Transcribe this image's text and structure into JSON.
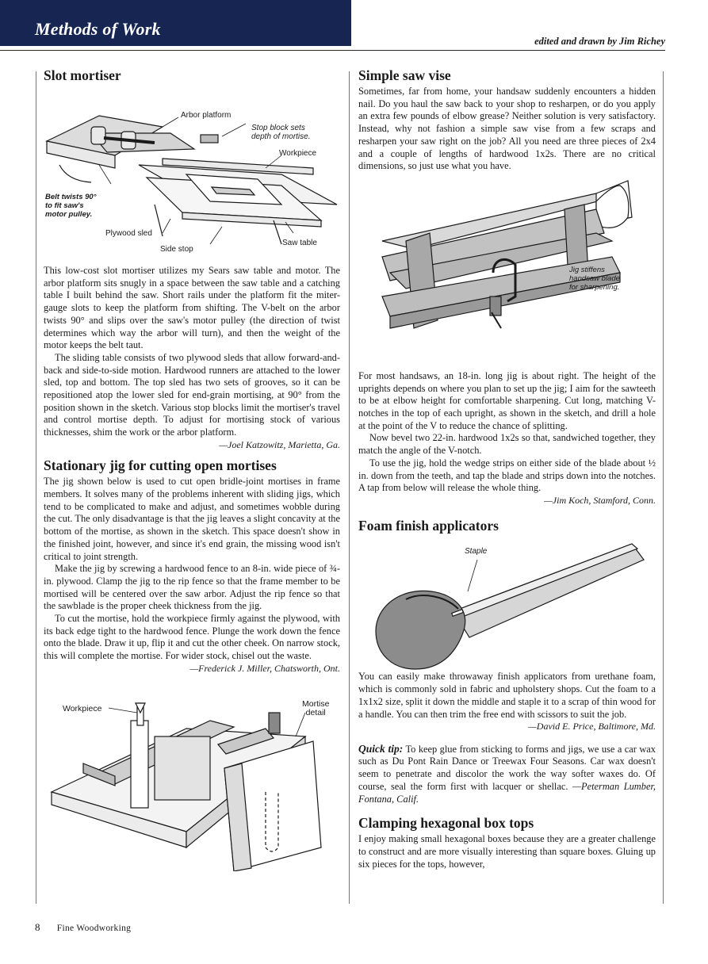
{
  "header": {
    "section_title": "Methods of Work",
    "byline": "edited and drawn by Jim Richey"
  },
  "left": {
    "slot_mortiser": {
      "title": "Slot mortiser",
      "fig_labels": {
        "arbor_platform": "Arbor platform",
        "stop_block": "Stop block sets\ndepth of mortise.",
        "workpiece": "Workpiece",
        "belt": "Belt twists 90°\nto fit saw's\nmotor pulley.",
        "plywood_sled": "Plywood sled",
        "saw_table": "Saw table",
        "side_stop": "Side stop"
      },
      "p1": "This low-cost slot mortiser utilizes my Sears saw table and motor. The arbor platform sits snugly in a space between the saw table and a catching table I built behind the saw. Short rails under the platform fit the miter-gauge slots to keep the platform from shifting. The V-belt on the arbor twists 90° and slips over the saw's motor pulley (the direction of twist determines which way the arbor will turn), and then the weight of the motor keeps the belt taut.",
      "p2": "The sliding table consists of two plywood sleds that allow forward-and-back and side-to-side motion. Hardwood runners are attached to the lower sled, top and bottom. The top sled has two sets of grooves, so it can be repositioned atop the lower sled for end-grain mortising, at 90° from the position shown in the sketch. Various stop blocks limit the mortiser's travel and control mortise depth. To adjust for mortising stock of various thicknesses, shim the work or the arbor platform.",
      "credit": "—Joel Katzowitz, Marietta, Ga."
    },
    "stationary_jig": {
      "title": "Stationary jig for cutting open mortises",
      "p1": "The jig shown below is used to cut open bridle-joint mortises in frame members. It solves many of the problems inherent with sliding jigs, which tend to be complicated to make and adjust, and sometimes wobble during the cut. The only disadvantage is that the jig leaves a slight concavity at the bottom of the mortise, as shown in the sketch. This space doesn't show in the finished joint, however, and since it's end grain, the missing wood isn't critical to joint strength.",
      "p2": "Make the jig by screwing a hardwood fence to an 8-in. wide piece of ¾-in. plywood. Clamp the jig to the rip fence so that the frame member to be mortised will be centered over the saw arbor. Adjust the rip fence so that the sawblade is the proper cheek thickness from the jig.",
      "p3": "To cut the mortise, hold the workpiece firmly against the plywood, with its back edge tight to the hardwood fence. Plunge the work down the fence onto the blade. Draw it up, flip it and cut the other cheek. On narrow stock, this will complete the mortise. For wider stock, chisel out the waste.",
      "credit": "—Frederick J. Miller, Chatsworth, Ont.",
      "fig_labels": {
        "workpiece": "Workpiece",
        "detail": "Mortise\ndetail"
      }
    }
  },
  "right": {
    "saw_vise": {
      "title": "Simple saw vise",
      "p1": "Sometimes, far from home, your handsaw suddenly encounters a hidden nail. Do you haul the saw back to your shop to resharpen, or do you apply an extra few pounds of elbow grease? Neither solution is very satisfactory. Instead, why not fashion a simple saw vise from a few scraps and resharpen your saw right on the job? All you need are three pieces of 2x4 and a couple of lengths of hardwood 1x2s. There are no critical dimensions, so just use what you have.",
      "fig_label": "Jig stiffens\nhandsaw blade\nfor sharpening.",
      "p2": "For most handsaws, an 18-in. long jig is about right. The height of the uprights depends on where you plan to set up the jig; I aim for the sawteeth to be at elbow height for comfortable sharpening. Cut long, matching V-notches in the top of each upright, as shown in the sketch, and drill a hole at the point of the V to reduce the chance of splitting.",
      "p3": "Now bevel two 22-in. hardwood 1x2s so that, sandwiched together, they match the angle of the V-notch.",
      "p4": "To use the jig, hold the wedge strips on either side of the blade about ½ in. down from the teeth, and tap the blade and strips down into the notches. A tap from below will release the whole thing.",
      "credit": "—Jim Koch, Stamford, Conn."
    },
    "foam": {
      "title": "Foam finish applicators",
      "fig_label": "Staple",
      "p1": "You can easily make throwaway finish applicators from urethane foam, which is commonly sold in fabric and upholstery shops. Cut the foam to a 1x1x2 size, split it down the middle and staple it to a scrap of thin wood for a handle. You can then trim the free end with scissors to suit the job.",
      "credit": "—David E. Price, Baltimore, Md."
    },
    "quick_tip": {
      "lead": "Quick tip:",
      "text": "To keep glue from sticking to forms and jigs, we use a car wax such as Du Pont Rain Dance or Treewax Four Seasons. Car wax doesn't seem to penetrate and discolor the work the way softer waxes do. Of course, seal the form first with lacquer or shellac.",
      "credit": "—Peterman Lumber, Fontana, Calif."
    },
    "hexagonal": {
      "title": "Clamping hexagonal box tops",
      "p1": "I enjoy making small hexagonal boxes because they are a greater challenge to construct and are more visually interesting than square boxes. Gluing up six pieces for the tops, however,"
    }
  },
  "footer": {
    "page_number": "8",
    "magazine": "Fine Woodworking"
  }
}
